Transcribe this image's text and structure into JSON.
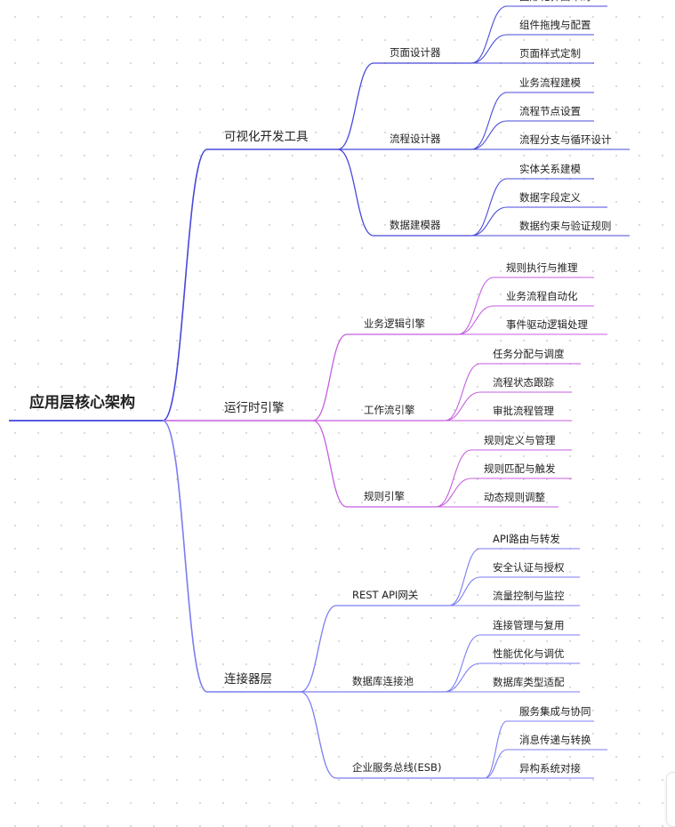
{
  "root": {
    "label": "应用层核心架构"
  },
  "colors": {
    "root_line": "#5a5ae0",
    "text": "#222222"
  },
  "branches": [
    {
      "label": "可视化开发工具",
      "color": "#4848dc",
      "children": [
        {
          "label": "页面设计器",
          "leaves": [
            "图形化界面布局",
            "组件拖拽与配置",
            "页面样式定制"
          ]
        },
        {
          "label": "流程设计器",
          "leaves": [
            "业务流程建模",
            "流程节点设置",
            "流程分支与循环设计"
          ]
        },
        {
          "label": "数据建模器",
          "leaves": [
            "实体关系建模",
            "数据字段定义",
            "数据约束与验证规则"
          ]
        }
      ]
    },
    {
      "label": "运行时引擎",
      "color": "#c55ee0",
      "children": [
        {
          "label": "业务逻辑引擎",
          "leaves": [
            "规则执行与推理",
            "业务流程自动化",
            "事件驱动逻辑处理"
          ]
        },
        {
          "label": "工作流引擎",
          "leaves": [
            "任务分配与调度",
            "流程状态跟踪",
            "审批流程管理"
          ]
        },
        {
          "label": "规则引擎",
          "leaves": [
            "规则定义与管理",
            "规则匹配与触发",
            "动态规则调整"
          ]
        }
      ]
    },
    {
      "label": "连接器层",
      "color": "#7b7df0",
      "children": [
        {
          "label": "REST API网关",
          "leaves": [
            "API路由与转发",
            "安全认证与授权",
            "流量控制与监控"
          ]
        },
        {
          "label": "数据库连接池",
          "leaves": [
            "连接管理与复用",
            "性能优化与调优",
            "数据库类型适配"
          ]
        },
        {
          "label": "企业服务总线(ESB)",
          "leaves": [
            "服务集成与协同",
            "消息传递与转换",
            "异构系统对接"
          ]
        }
      ]
    }
  ]
}
